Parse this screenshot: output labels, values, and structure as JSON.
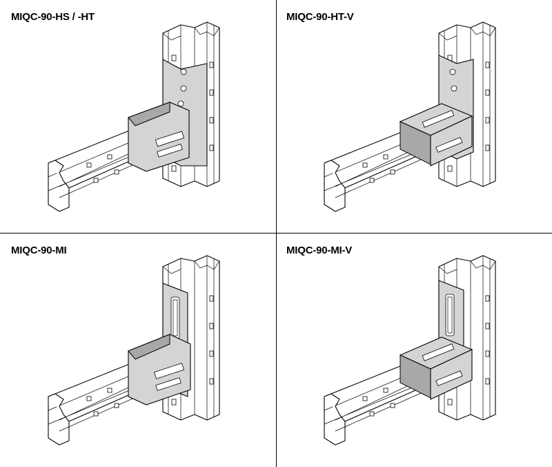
{
  "panels": [
    {
      "label": "MIQC-90-HS / -HT",
      "variant": "HS"
    },
    {
      "label": "MIQC-90-HT-V",
      "variant": "HT-V"
    },
    {
      "label": "MIQC-90-MI",
      "variant": "MI"
    },
    {
      "label": "MIQC-90-MI-V",
      "variant": "MI-V"
    }
  ]
}
